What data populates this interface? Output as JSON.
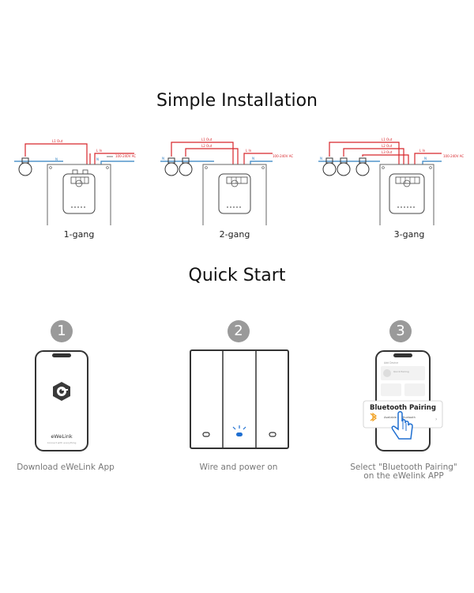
{
  "installation": {
    "title": "Simple Installation",
    "gangs": [
      {
        "label": "1-gang",
        "out_labels": [
          "L1 Out"
        ]
      },
      {
        "label": "2-gang",
        "out_labels": [
          "L1 Out",
          "L2 Out"
        ]
      },
      {
        "label": "3-gang",
        "out_labels": [
          "L1 Out",
          "L2 Out",
          "L3 Out"
        ]
      }
    ],
    "neutral_label": "N",
    "lin_label": "L In",
    "voltage_label": "100-240V AC"
  },
  "quickstart": {
    "title": "Quick Start",
    "steps": [
      {
        "number": "1",
        "caption_lines": [
          "Download eWeLink App"
        ],
        "app_name": "eWeLink",
        "app_tagline": "Connect with everything"
      },
      {
        "number": "2",
        "caption_lines": [
          "Wire and power on"
        ]
      },
      {
        "number": "3",
        "caption_lines": [
          "Select \"Bluetooth Pairing\"",
          "on the eWelink APP"
        ],
        "popup_title": "Bluetooth Pairing",
        "popup_sub": "Available for Bluetooth",
        "app_header": "Add Device",
        "quick_pairing": "Quick Pairing"
      }
    ]
  },
  "colors": {
    "live": "#d7262b",
    "neutral": "#2f7fc1",
    "step_badge": "#9a9a9a",
    "bt_blue": "#1f6fd1"
  }
}
